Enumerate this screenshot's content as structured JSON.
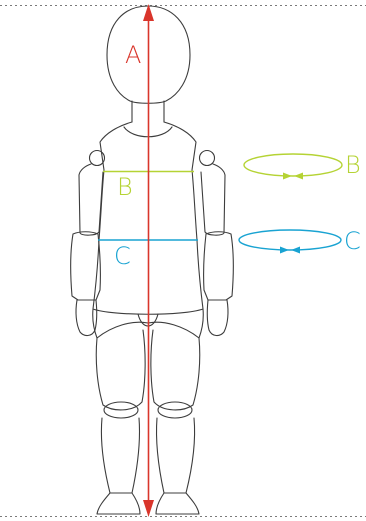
{
  "labels": {
    "height": "A",
    "chest_on_body": "B",
    "waist_on_body": "C",
    "chest_legend": "B",
    "waist_legend": "C"
  },
  "colors": {
    "height_line": "#d9352b",
    "chest_line": "#b5d334",
    "waist_line": "#19a3d2",
    "figure_outline": "#3d3d3d",
    "guide_line": "#7a7a7a",
    "background": "#ffffff"
  },
  "icons": {
    "chest_legend": "horizontal-loop-arrows-icon",
    "waist_legend": "horizontal-loop-arrows-icon"
  }
}
